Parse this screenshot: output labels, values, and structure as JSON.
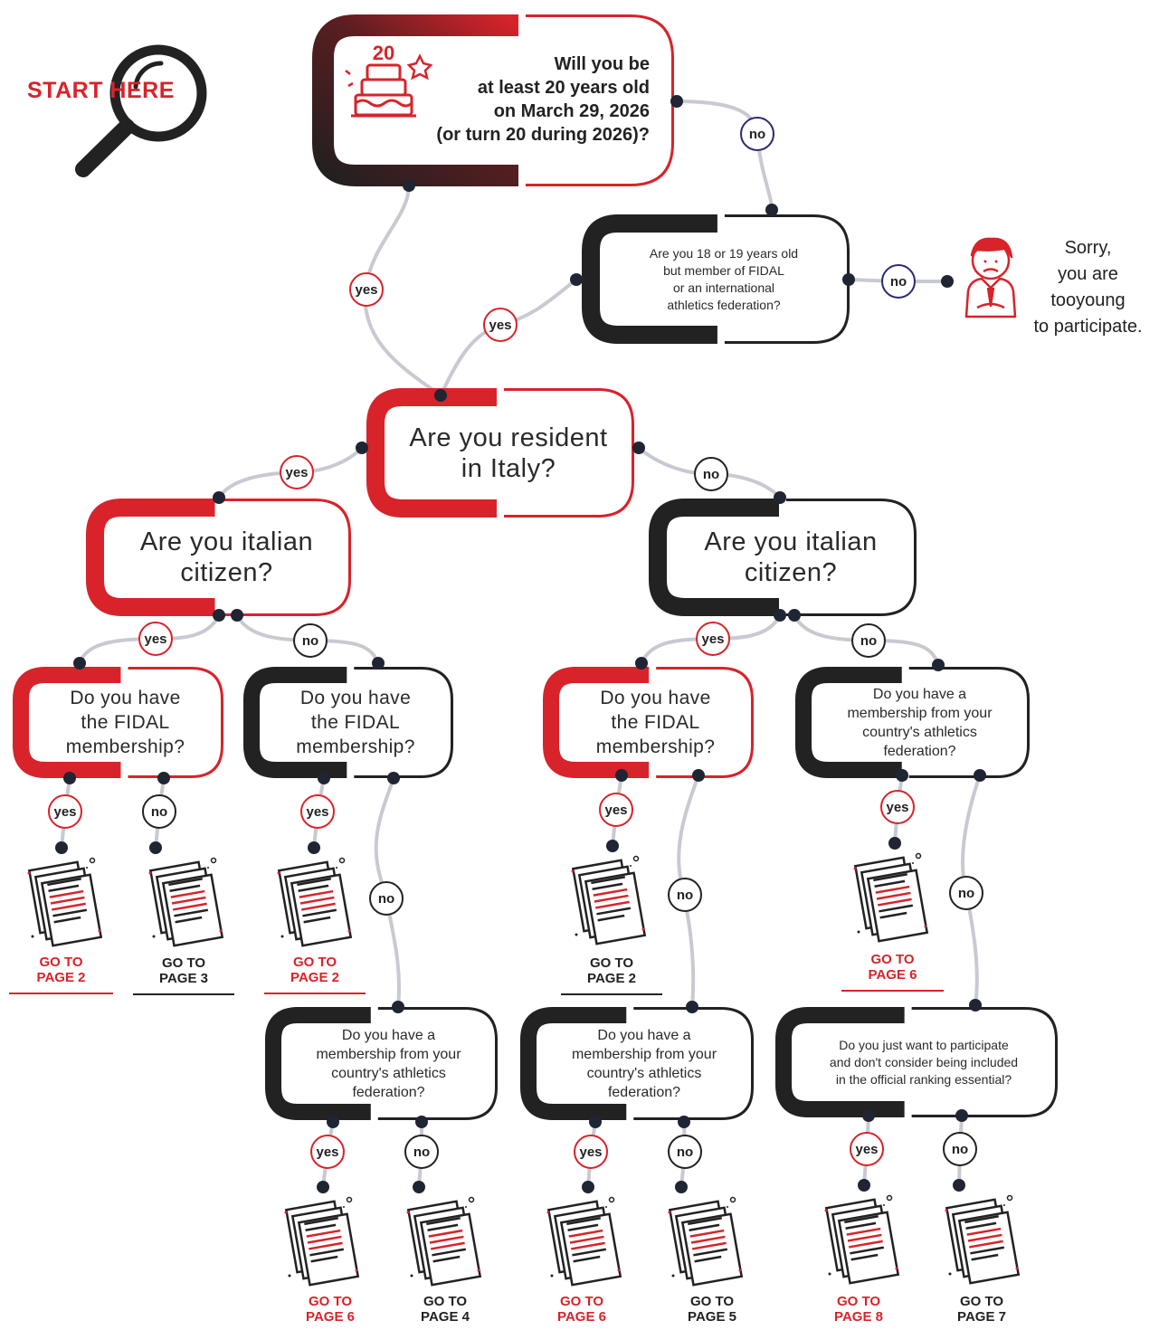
{
  "start_label": "START HERE",
  "cake_number": "20",
  "questions": {
    "q_age": "Will you be\nat least 20 years old\non March 29, 2026\n(or turn 20 during 2026)?",
    "q_member_18": "Are you 18 or 19 years old\nbut member of FIDAL\nor an international\nathletics federation?",
    "q_resident": "Are you resident\nin Italy?",
    "q_citizen_left": "Are you italian\ncitizen?",
    "q_citizen_right": "Are you italian\ncitizen?",
    "q_fidal_1": "Do you have\nthe FIDAL\nmembership?",
    "q_fidal_2": "Do you have\nthe FIDAL\nmembership?",
    "q_fidal_3": "Do you have\nthe FIDAL\nmembership?",
    "q_country_1": "Do you have a\nmembership from your\ncountry's athletics\nfederation?",
    "q_country_2": "Do you have a\nmembership from your\ncountry's athletics\nfederation?",
    "q_country_3": "Do you have a\nmembership from your\ncountry's athletics\nfederation?",
    "q_participate": "Do you just want to participate\nand don't consider being included\nin the official ranking essential?"
  },
  "sorry_text": "Sorry,\nyou are\ntooyoung\nto participate.",
  "answers": {
    "yes": "yes",
    "no": "no"
  },
  "outcomes": {
    "g1": "GO TO\nPAGE 2",
    "g2": "GO TO\nPAGE 3",
    "g3": "GO TO\nPAGE 2",
    "g4": "GO TO\nPAGE 2",
    "g5": "GO TO\nPAGE 6",
    "g6": "GO TO\nPAGE 6",
    "g7": "GO TO\nPAGE 4",
    "g8": "GO TO\nPAGE 6",
    "g9": "GO TO\nPAGE 5",
    "g10": "GO TO\nPAGE 8",
    "g11": "GO TO\nPAGE 7"
  },
  "colors": {
    "accent_red": "#d8232a",
    "dark": "#222222",
    "connector_grey": "#c9c9d2",
    "dot": "#1f2533",
    "no_badge_navy": "#2b2970"
  },
  "icons": [
    "magnifier-icon",
    "birthday-cake-icon",
    "sad-person-icon",
    "document-stack-icon"
  ]
}
